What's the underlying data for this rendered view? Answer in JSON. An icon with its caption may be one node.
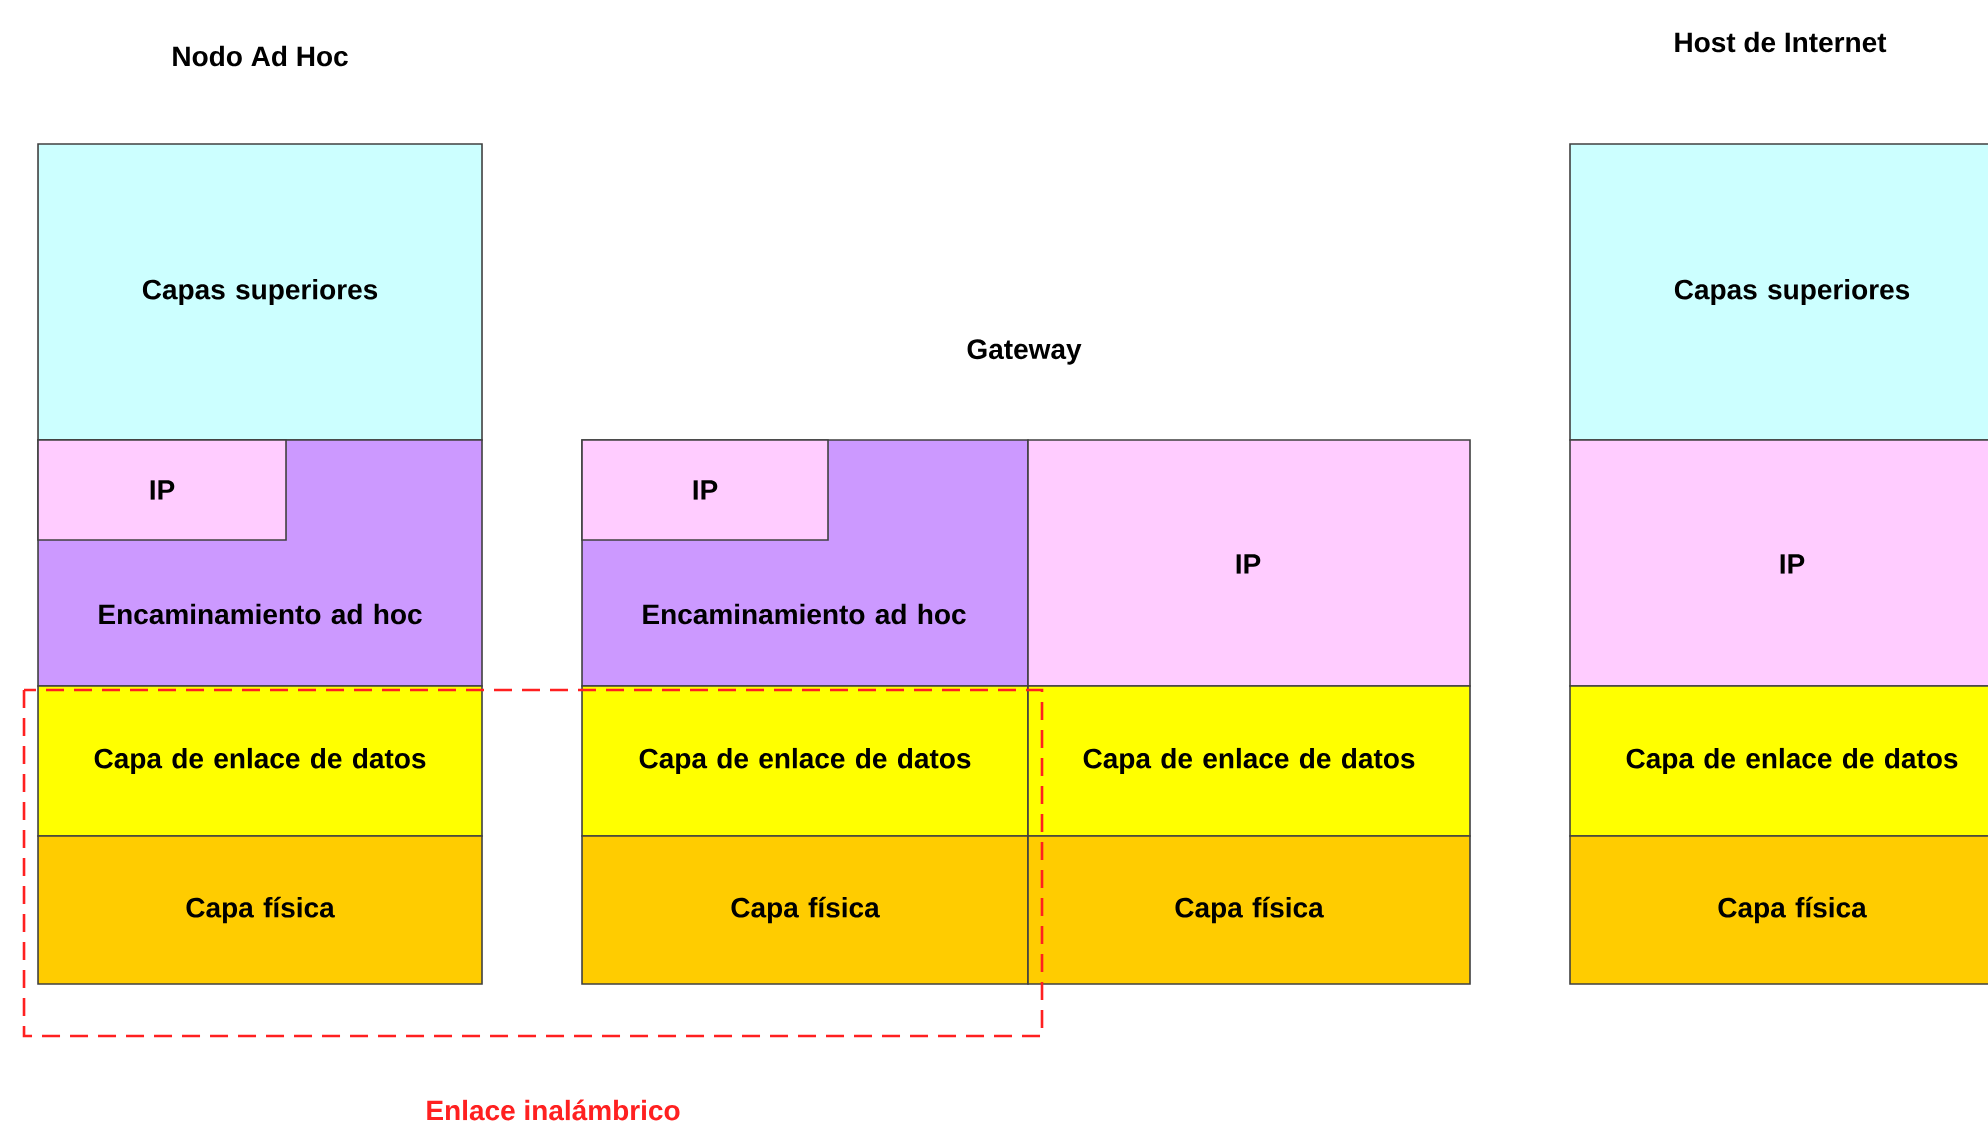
{
  "diagram": {
    "nodes": [
      {
        "text": [
          "Enlace inalámbrico"
        ]
      },
      {
        "text": [
          "Capas superiores"
        ]
      },
      {
        "text": [
          "Encaminamiento ad hoc"
        ]
      },
      {
        "text": [
          "IP"
        ],
        "in": 2
      },
      {
        "text": [
          "Capa de enlace de datos"
        ],
        "in": 0
      },
      {
        "text": [
          "Capa física"
        ],
        "in": 0
      },
      {
        "text": [
          "Encaminamiento ad hoc"
        ]
      },
      {
        "text": [
          "IP"
        ],
        "in": 6
      },
      {
        "text": [
          "IP"
        ]
      },
      {
        "text": [
          "Capa de enlace de datos"
        ],
        "in": 0
      },
      {
        "text": [
          "Capa de enlace de datos"
        ]
      },
      {
        "text": [
          "Capa física"
        ],
        "in": 0
      },
      {
        "text": [
          "Capa física"
        ]
      },
      {
        "text": [
          "Capas superiores"
        ]
      },
      {
        "text": [
          "IP"
        ]
      },
      {
        "text": [
          "Capa de enlace de datos"
        ]
      },
      {
        "text": [
          "Capa física"
        ]
      }
    ],
    "labels": [
      "Nodo Ad Hoc",
      "Host de Internet",
      "Gateway"
    ]
  }
}
